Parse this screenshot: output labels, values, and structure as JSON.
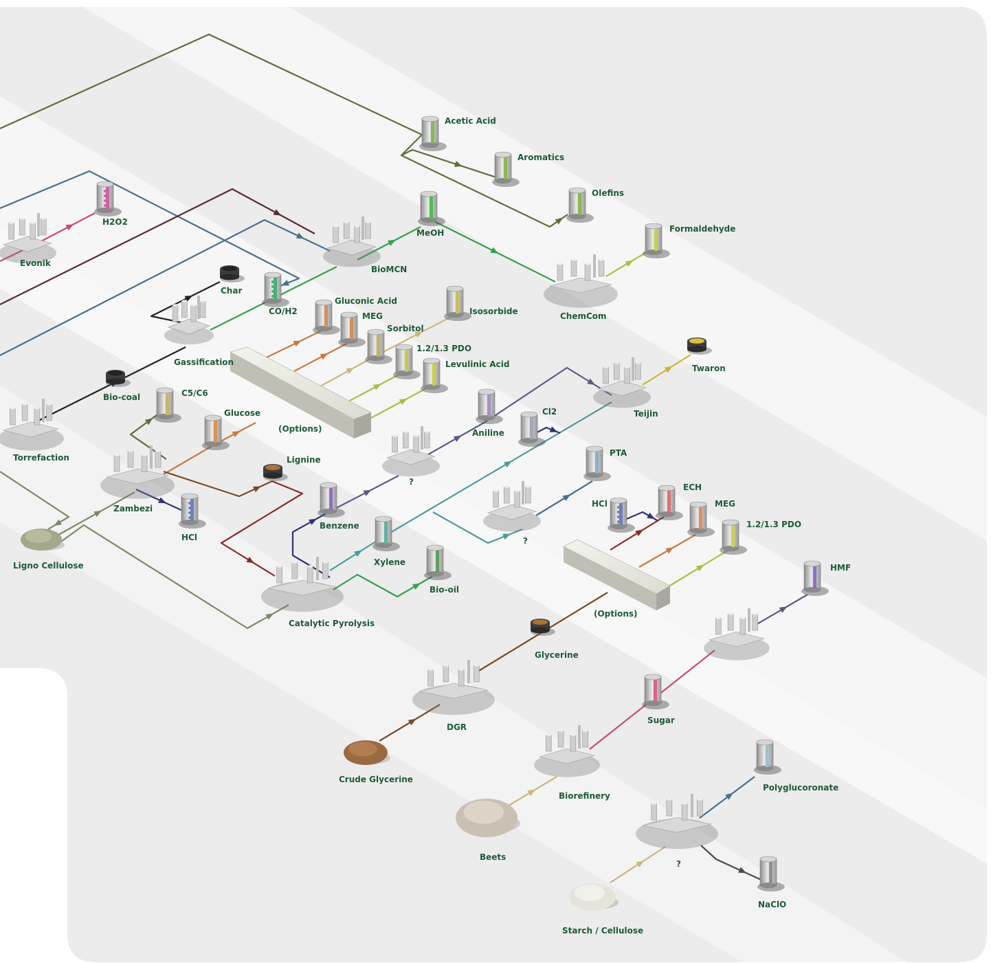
{
  "nodes": {
    "acetic_acid": "Acetic Acid",
    "aromatics": "Aromatics",
    "olefins": "Olefins",
    "formaldehyde": "Formaldehyde",
    "meoh": "MeOH",
    "chemcom": "ChemCom",
    "biomcn": "BioMCN",
    "h2o2": "H2O2",
    "evonik": "Evonik",
    "char": "Char",
    "co_h2": "CO/H2",
    "gassification": "Gassification",
    "gluconic_acid": "Gluconic Acid",
    "meg_top": "MEG",
    "sorbitol": "Sorbitol",
    "isosorbide": "Isosorbide",
    "pdo_top": "1.2/1.3 PDO",
    "levulinic_acid": "Levulinic Acid",
    "twaron": "Twaron",
    "teijin": "Teijin",
    "bio_coal": "Bio-coal",
    "c5c6": "C5/C6",
    "glucose": "Glucose",
    "options_top": "(Options)",
    "aniline": "Aniline",
    "cl2": "Cl2",
    "torrefaction": "Torrefaction",
    "lignine": "Lignine",
    "unknown_aniline": "?",
    "pta": "PTA",
    "zambezi": "Zambezi",
    "hcl_left": "HCl",
    "benzene": "Benzene",
    "hcl_right": "HCl",
    "ech": "ECH",
    "meg_right": "MEG",
    "pdo_right": "1.2/1.3 PDO",
    "unknown_pta": "?",
    "ligno_cellulose": "Ligno Cellulose",
    "xylene": "Xylene",
    "bio_oil": "Bio-oil",
    "hmf": "HMF",
    "options_right": "(Options)",
    "catalytic_pyrolysis": "Catalytic Pyrolysis",
    "glycerine": "Glycerine",
    "dgr": "DGR",
    "sugar": "Sugar",
    "crude_glycerine": "Crude Glycerine",
    "biorefinery": "Biorefinery",
    "polyglucoronate": "Polyglucoronate",
    "beets": "Beets",
    "unknown_starch": "?",
    "naclo": "NaClO",
    "starch_cellulose": "Starch / Cellulose"
  },
  "colors": {
    "page_bg": "#ffffff",
    "panel_bg": "#ececec",
    "stripe": "#f7f7f7",
    "label": "#1f5a3a",
    "olive": "#5a6f3a",
    "blue": "#4a6e8e",
    "maroon": "#5a2a30",
    "green": "#35a050",
    "lime": "#a8c048",
    "teal": "#4e9a9a",
    "purple": "#5a5a88",
    "navy": "#2f3478",
    "orange": "#c87a40",
    "brown": "#7a4a26",
    "darkred": "#8a2a2a",
    "pink": "#c84a7a",
    "khaki": "#c8b878",
    "gold": "#d0b030",
    "grey": "#4a4a4a",
    "sage": "#7a8a6a",
    "dark": "#222222"
  }
}
